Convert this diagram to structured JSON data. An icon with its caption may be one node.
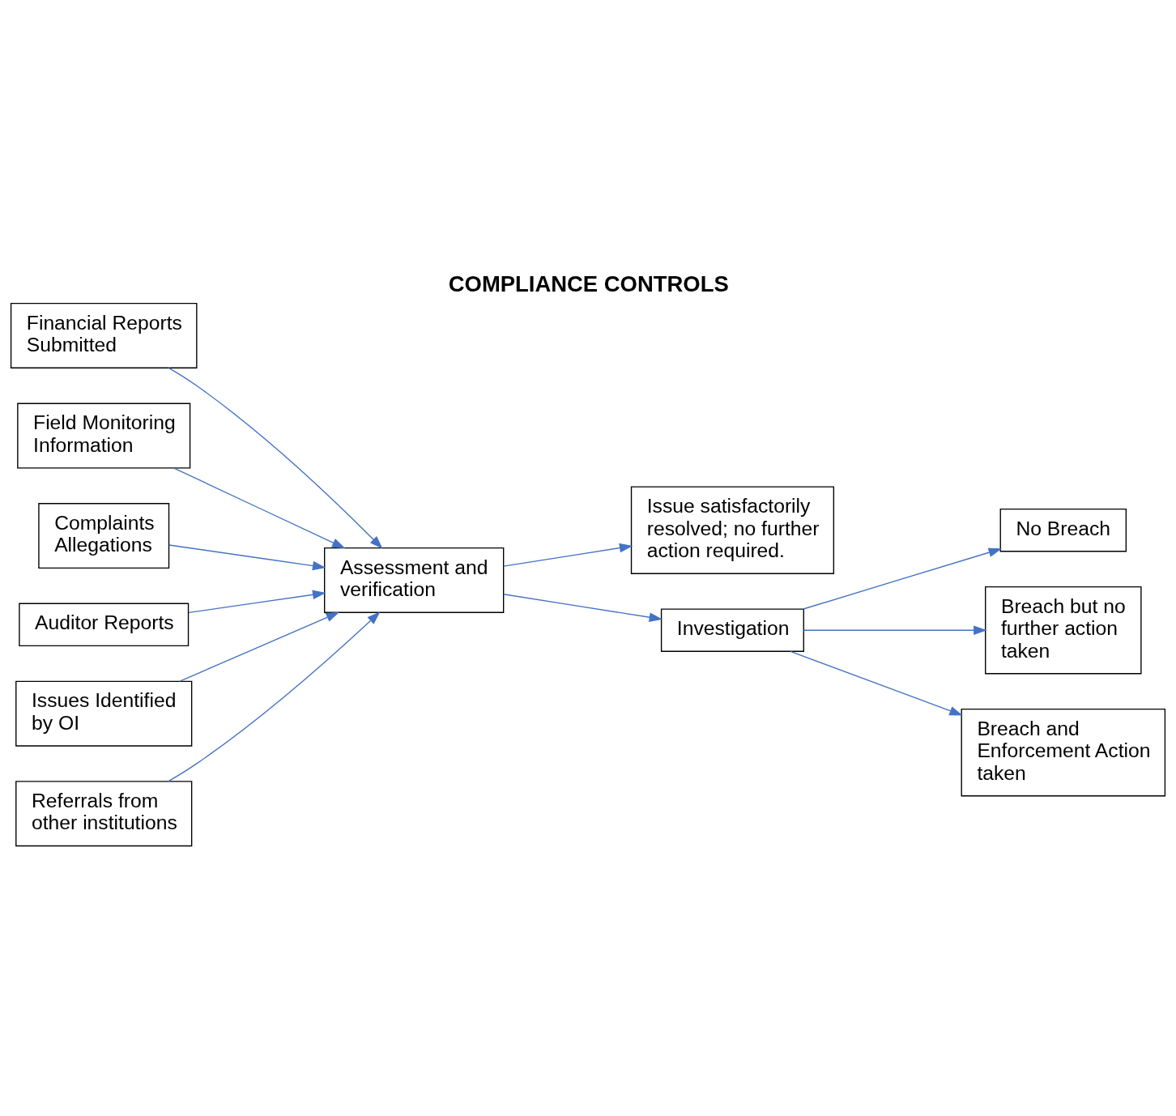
{
  "diagram": {
    "title": "COMPLIANCE CONTROLS",
    "nodes": [
      {
        "text": [
          "Financial Reports Submitted"
        ]
      },
      {
        "text": [
          "Field Monitoring Information"
        ]
      },
      {
        "text": [
          "Complaints Allegations"
        ]
      },
      {
        "text": [
          "Auditor Reports"
        ]
      },
      {
        "text": [
          "Issues Identified by OI"
        ]
      },
      {
        "text": [
          "Referrals from other institutions"
        ]
      },
      {
        "text": [
          "Assessment and verification"
        ]
      },
      {
        "text": [
          "Issue satisfactorily resolved; no further action required."
        ]
      },
      {
        "text": [
          "Investigation"
        ]
      },
      {
        "text": [
          "No Breach"
        ]
      },
      {
        "text": [
          "Breach but no further action taken"
        ]
      },
      {
        "text": [
          "Breach and Enforcement Action taken"
        ]
      }
    ],
    "edges": [
      {
        "from": 0,
        "to": 6,
        "arrow": "to"
      },
      {
        "from": 1,
        "to": 6,
        "arrow": "to"
      },
      {
        "from": 2,
        "to": 6,
        "arrow": "to"
      },
      {
        "from": 3,
        "to": 6,
        "arrow": "to"
      },
      {
        "from": 4,
        "to": 6,
        "arrow": "to"
      },
      {
        "from": 5,
        "to": 6,
        "arrow": "to"
      },
      {
        "from": 6,
        "to": 7,
        "arrow": "to"
      },
      {
        "from": 6,
        "to": 8,
        "arrow": "to"
      },
      {
        "from": 8,
        "to": 9,
        "arrow": "to"
      },
      {
        "from": 8,
        "to": 10,
        "arrow": "to"
      },
      {
        "from": 8,
        "to": 11,
        "arrow": "to"
      }
    ]
  }
}
